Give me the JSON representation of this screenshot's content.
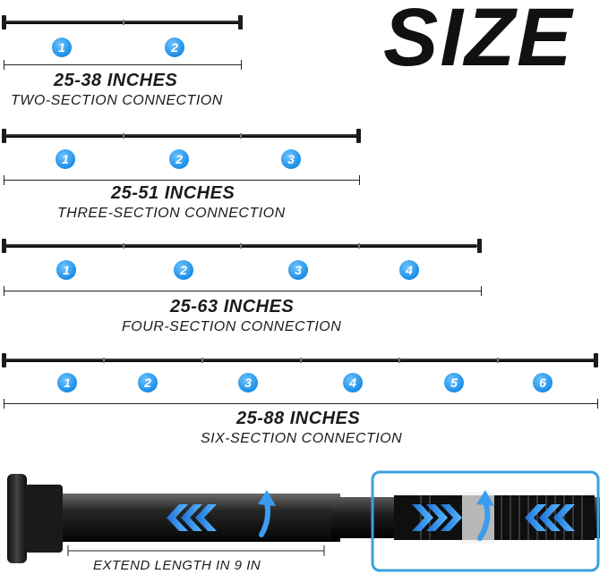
{
  "title": "SIZE",
  "colors": {
    "badge": "#1a8de6",
    "rod": "#1a1a1a",
    "highlight": "#3aa0e0"
  },
  "configurations": [
    {
      "length": "25-38 INCHES",
      "connection": "TWO-SECTION CONNECTION",
      "sections": [
        "1",
        "2"
      ]
    },
    {
      "length": "25-51 INCHES",
      "connection": "THREE-SECTION CONNECTION",
      "sections": [
        "1",
        "2",
        "3"
      ]
    },
    {
      "length": "25-63 INCHES",
      "connection": "FOUR-SECTION CONNECTION",
      "sections": [
        "1",
        "2",
        "3",
        "4"
      ]
    },
    {
      "length": "25-88 INCHES",
      "connection": "SIX-SECTION CONNECTION",
      "sections": [
        "1",
        "2",
        "3",
        "4",
        "5",
        "6"
      ]
    }
  ],
  "detail": {
    "extend_label": "EXTEND LENGTH IN 9 IN",
    "icons": [
      "chevron-left-arrows-icon",
      "curved-up-arrow-icon",
      "chevron-right-arrows-icon"
    ]
  }
}
